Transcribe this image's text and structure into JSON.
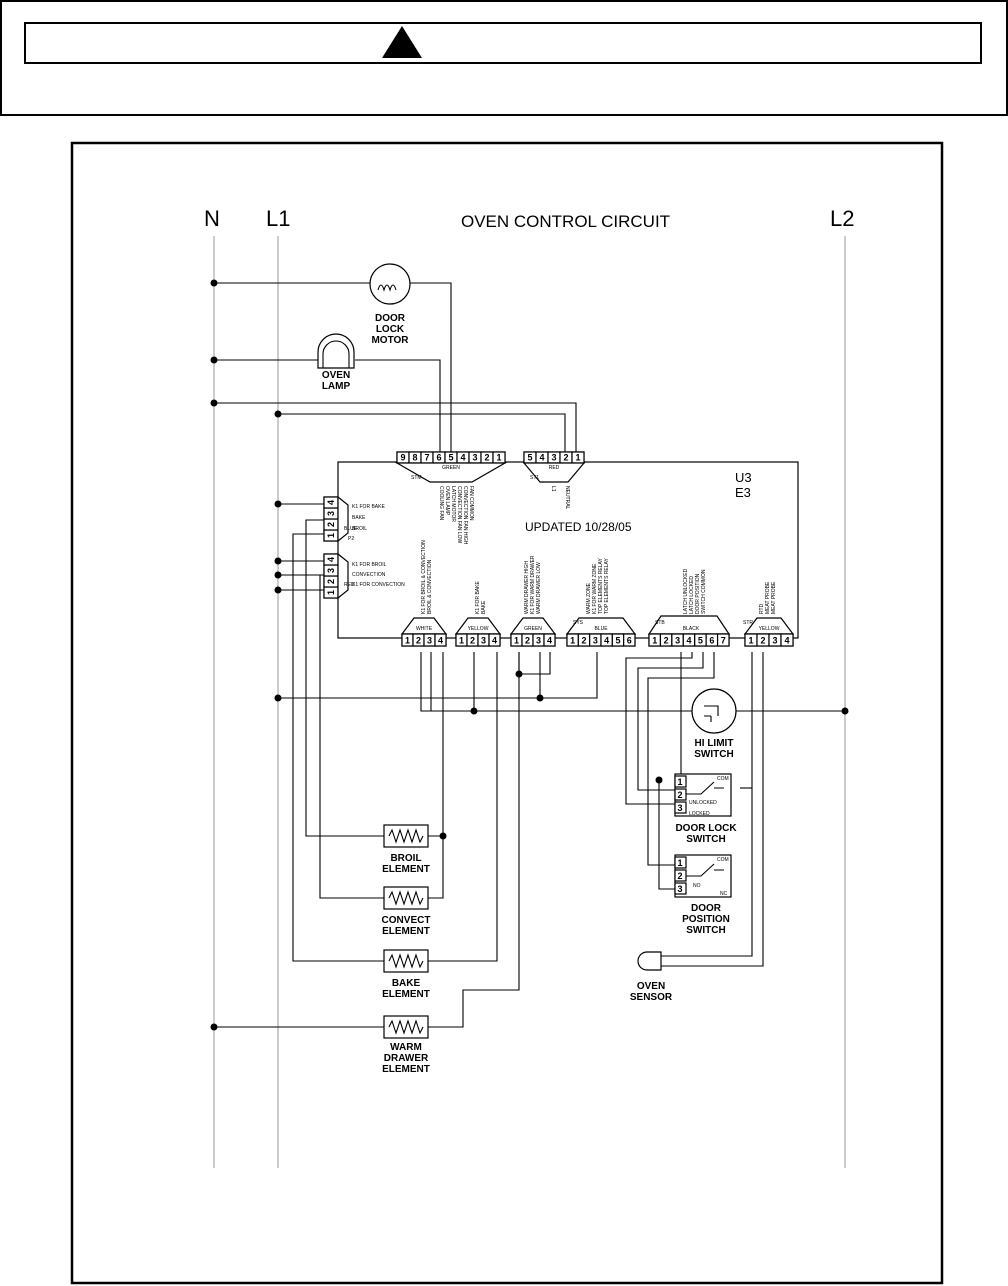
{
  "rails": {
    "neutral": "N",
    "line1": "L1",
    "line2": "L2"
  },
  "title": "OVEN CONTROL CIRCUIT",
  "board": {
    "id": "U3",
    "revision": "E3",
    "updated": "UPDATED 10/28/05"
  },
  "connectors": {
    "green_top": {
      "label": "GREEN",
      "pins": [
        "9",
        "8",
        "7",
        "6",
        "5",
        "4",
        "3",
        "2",
        "1"
      ]
    },
    "red_top": {
      "label": "RED",
      "pins": [
        "5",
        "4",
        "3",
        "2",
        "1"
      ]
    },
    "blue_side": {
      "label": "BLUE",
      "pins": [
        "1",
        "2",
        "3",
        "4"
      ]
    },
    "red_side": {
      "label": "RED",
      "pins": [
        "1",
        "2",
        "3",
        "4"
      ]
    },
    "white": {
      "label": "WHITE",
      "pins": [
        "1",
        "2",
        "3",
        "4"
      ]
    },
    "yellow": {
      "label": "YELLOW",
      "pins": [
        "1",
        "2",
        "3",
        "4"
      ]
    },
    "green": {
      "label": "GREEN",
      "pins": [
        "1",
        "2",
        "3",
        "4"
      ]
    },
    "blue": {
      "label": "BLUE",
      "pins": [
        "1",
        "2",
        "3",
        "4",
        "5",
        "6"
      ]
    },
    "black": {
      "label": "BLACK",
      "pins": [
        "1",
        "2",
        "3",
        "4",
        "5",
        "6",
        "7"
      ]
    },
    "yellow_right": {
      "label": "YELLOW",
      "pins": [
        "1",
        "2",
        "3",
        "4"
      ]
    }
  },
  "components": {
    "door_lock_motor": [
      "DOOR",
      "LOCK",
      "MOTOR"
    ],
    "oven_lamp": [
      "OVEN",
      "LAMP"
    ],
    "hi_limit_switch": [
      "HI LIMIT",
      "SWITCH"
    ],
    "door_lock_switch": [
      "DOOR LOCK",
      "SWITCH"
    ],
    "door_position_switch": [
      "DOOR",
      "POSITION",
      "SWITCH"
    ],
    "oven_sensor": [
      "OVEN",
      "SENSOR"
    ],
    "broil_element": [
      "BROIL",
      "ELEMENT"
    ],
    "convect_element": [
      "CONVECT",
      "ELEMENT"
    ],
    "bake_element": [
      "BAKE",
      "ELEMENT"
    ],
    "warm_drawer_element": [
      "WARM",
      "DRAWER",
      "ELEMENT"
    ]
  },
  "switch_terms": {
    "door_lock": {
      "com": "COM",
      "unlocked": "UNLOCKED",
      "locked": "LOCKED",
      "pins": [
        "1",
        "2",
        "3"
      ]
    },
    "door_position": {
      "com": "COM",
      "no": "NO",
      "nc": "NC",
      "pins": [
        "1",
        "2",
        "3"
      ]
    }
  },
  "fine_labels": {
    "blue_side": [
      "K1 FOR BAKE",
      "BAKE",
      "BROIL"
    ],
    "red_side": [
      "K1 FOR BROIL",
      "CONVECTION",
      "K1 FOR CONVECTION"
    ],
    "white": [
      "K1 FOR BROIL & CONVECTION",
      "BROIL & CONVECTION"
    ],
    "yellow": [
      "K1 FOR BAKE",
      "BAKE"
    ],
    "green": [
      "WARM DRAWER HIGH",
      "K1 FOR WARM DRAWER",
      "WARM DRAWER LOW"
    ],
    "blue": [
      "WARM ZONE",
      "K1 FOR WARM ZONE",
      "TOP ELEMENTS RELAY",
      "TOP ELEMENTS RELAY"
    ],
    "black": [
      "LATCH UNLOCKED",
      "LATCH LOCKED",
      "DOOR POSITION",
      "SWITCH COMMON"
    ],
    "yellow_right": [
      "RTD",
      "MEAT PROBE",
      "MEAT PROBE"
    ],
    "green_top": [
      "COOLING FAN",
      "OVEN LAMP",
      "LATCH MOTOR",
      "CONVECTION FAN LOW",
      "CONVECTION FAN HIGH",
      "FAN COMMON"
    ],
    "red_top": [
      "L1",
      "NEUTRAL"
    ],
    "conn_ids": [
      "STM",
      "ST1",
      "P2",
      "SYS",
      "STB",
      "STR"
    ]
  }
}
